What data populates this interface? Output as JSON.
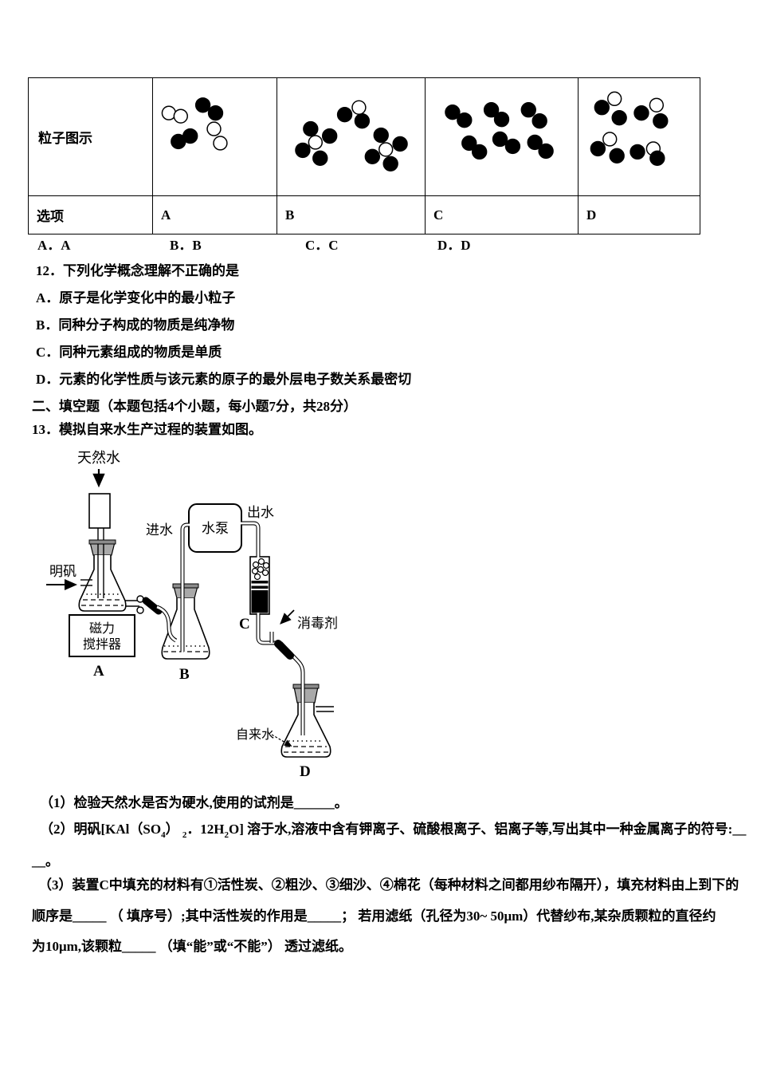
{
  "table": {
    "header_particles": "粒子图示",
    "header_option": "选项",
    "option_labels": [
      "A",
      "B",
      "C",
      "D"
    ],
    "particle_cells": [
      {
        "option": "A",
        "atoms": [
          [
            20,
            44,
            "w"
          ],
          [
            35,
            48,
            "w"
          ],
          [
            63,
            34,
            "b"
          ],
          [
            79,
            44,
            "b"
          ],
          [
            47,
            73,
            "b"
          ],
          [
            32,
            80,
            "b"
          ],
          [
            77,
            64,
            "w"
          ],
          [
            85,
            82,
            "w"
          ]
        ]
      },
      {
        "option": "B",
        "atoms": [
          [
            85,
            46,
            "b"
          ],
          [
            107,
            54,
            "b"
          ],
          [
            103,
            37,
            "w"
          ],
          [
            42,
            64,
            "b"
          ],
          [
            32,
            91,
            "b"
          ],
          [
            66,
            73,
            "b"
          ],
          [
            54,
            101,
            "b"
          ],
          [
            48,
            81,
            "w"
          ],
          [
            131,
            72,
            "b"
          ],
          [
            155,
            83,
            "b"
          ],
          [
            120,
            99,
            "b"
          ],
          [
            143,
            108,
            "b"
          ],
          [
            137,
            90,
            "w"
          ]
        ]
      },
      {
        "option": "C",
        "atoms": [
          [
            34,
            43,
            "b"
          ],
          [
            49,
            53,
            "b"
          ],
          [
            83,
            40,
            "b"
          ],
          [
            96,
            52,
            "b"
          ],
          [
            130,
            40,
            "b"
          ],
          [
            144,
            54,
            "b"
          ],
          [
            55,
            82,
            "b"
          ],
          [
            68,
            93,
            "b"
          ],
          [
            94,
            77,
            "b"
          ],
          [
            110,
            86,
            "b"
          ],
          [
            138,
            81,
            "b"
          ],
          [
            152,
            92,
            "b"
          ]
        ]
      },
      {
        "option": "D",
        "atoms": [
          [
            29,
            37,
            "b"
          ],
          [
            45,
            26,
            "w"
          ],
          [
            51,
            50,
            "b"
          ],
          [
            79,
            44,
            "b"
          ],
          [
            98,
            34,
            "w"
          ],
          [
            103,
            54,
            "b"
          ],
          [
            24,
            89,
            "b"
          ],
          [
            39,
            77,
            "w"
          ],
          [
            48,
            98,
            "b"
          ],
          [
            74,
            93,
            "b"
          ],
          [
            94,
            89,
            "w"
          ],
          [
            99,
            101,
            "b"
          ]
        ]
      }
    ]
  },
  "answers": [
    "A．A",
    "B．B",
    "C．C",
    "D．D"
  ],
  "q12": {
    "stem": "12．下列化学概念理解不正确的是",
    "options": [
      "A．原子是化学变化中的最小粒子",
      "B．同种分子构成的物质是纯净物",
      "C．同种元素组成的物质是单质",
      "D．元素的化学性质与该元素的原子的最外层电子数关系最密切"
    ]
  },
  "section2": "二、填空题（本题包括4个小题，每小题7分，共28分）",
  "q13": {
    "stem": "13．模拟自来水生产过程的装置如图。",
    "diagram": {
      "natural_water": "天然水",
      "alum": "明矾",
      "stirrer_line1": "磁力",
      "stirrer_line2": "搅拌器",
      "label_a": "A",
      "label_b": "B",
      "label_c": "C",
      "label_d": "D",
      "water_in": "进水",
      "pump": "水泵",
      "water_out": "出水",
      "disinfectant": "消毒剂",
      "tap_water": "自来水"
    },
    "sub1": "（1）检验天然水是否为硬水,使用的试剂是______。",
    "sub2": {
      "parts": [
        {
          "t": "（2）明矾[KAl（SO"
        },
        {
          "t": "4"
        },
        {
          "t": "） "
        },
        {
          "t": "2"
        },
        {
          "t": "．12H"
        },
        {
          "t": "2"
        },
        {
          "t": "O] 溶于水,溶液中含有钾离子、硫酸根离子、铝离子等,写出其中一种金属离子的符号:__"
        }
      ],
      "cont": "__。"
    },
    "sub3_line1": "（3）装置C中填充的材料有①活性炭、②粗沙、③细沙、④棉花（每种材料之间都用纱布隔开），填充材料由上到下的",
    "sub3_line2": "顺序是_____ （ 填序号）;其中活性炭的作用是_____；  若用滤纸（孔径为30~ 50μm）代替纱布,某杂质颗粒的直径约",
    "sub3_line3": "为10μm,该颗粒_____ （填“能”或“不能”） 透过滤纸。"
  }
}
